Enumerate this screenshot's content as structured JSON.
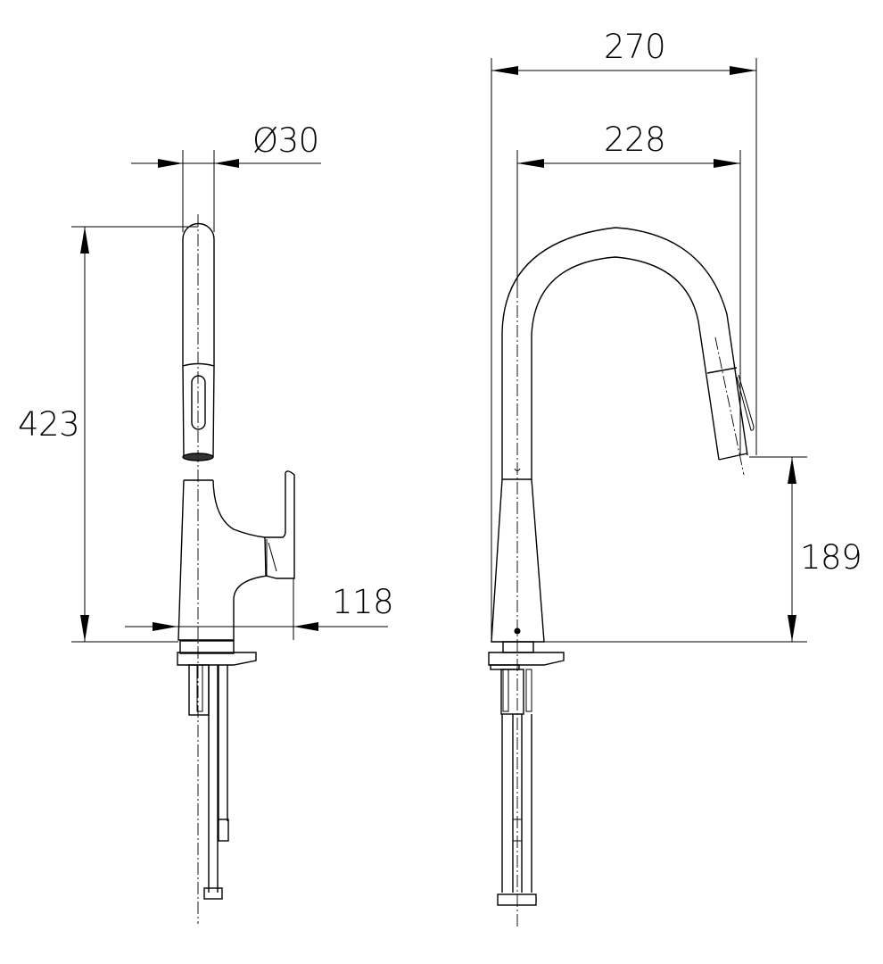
{
  "drawing": {
    "type": "technical-dimension-drawing",
    "subject": "pull-down kitchen faucet",
    "units": "mm",
    "views": [
      {
        "name": "side-view",
        "dimensions": {
          "diameter": {
            "label": "Ø30",
            "value": 30
          },
          "height": {
            "label": "423",
            "value": 423
          },
          "handle_reach": {
            "label": "118",
            "value": 118
          }
        }
      },
      {
        "name": "front-view",
        "dimensions": {
          "overall_reach": {
            "label": "270",
            "value": 270
          },
          "spout_reach": {
            "label": "228",
            "value": 228
          },
          "spout_clearance": {
            "label": "189",
            "value": 189
          }
        }
      }
    ]
  },
  "labels": {
    "d30": "Ø30",
    "h423": "423",
    "r118": "118",
    "w270": "270",
    "w228": "228",
    "h189": "189"
  },
  "colors": {
    "line": "#000000",
    "background": "#ffffff"
  }
}
